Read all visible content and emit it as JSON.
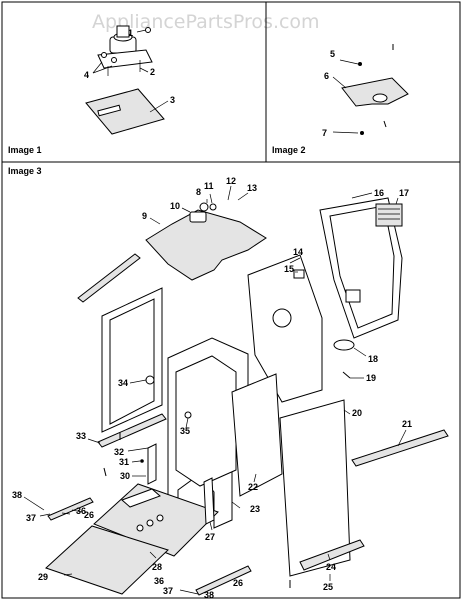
{
  "watermark": "AppliancePartsPros.com",
  "panels": {
    "image1": "Image 1",
    "image2": "Image 2",
    "image3": "Image 3"
  },
  "callouts": [
    "1",
    "2",
    "3",
    "4",
    "5",
    "6",
    "7",
    "8",
    "9",
    "10",
    "11",
    "12",
    "13",
    "14",
    "15",
    "16",
    "17",
    "18",
    "19",
    "20",
    "21",
    "22",
    "23",
    "24",
    "25",
    "26",
    "27",
    "28",
    "29",
    "30",
    "31",
    "32",
    "33",
    "34",
    "35",
    "36",
    "37",
    "38"
  ]
}
